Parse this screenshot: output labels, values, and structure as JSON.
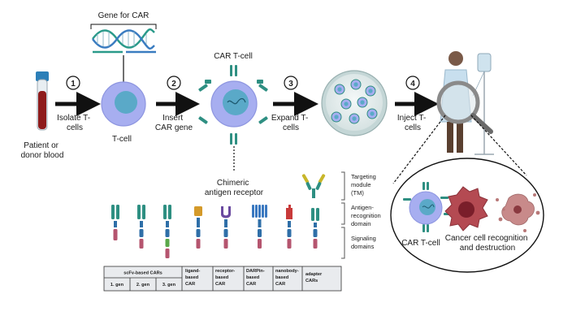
{
  "steps": [
    {
      "number": "1",
      "lines": [
        "Isolate T-",
        "cells"
      ]
    },
    {
      "number": "2",
      "lines": [
        "Insert",
        "CAR gene"
      ]
    },
    {
      "number": "3",
      "lines": [
        "Expand T-",
        "cells"
      ]
    },
    {
      "number": "4",
      "lines": [
        "Inject T-",
        "cells"
      ]
    }
  ],
  "labels": {
    "blood": [
      "Patient or",
      "donor blood"
    ],
    "gene": "Gene for CAR",
    "tcell": "T-cell",
    "car_tcell": "CAR T-cell",
    "chimeric": [
      "Chimeric",
      "antigen receptor"
    ],
    "zoom_car_tcell": "CAR T-cell",
    "zoom_result": [
      "Cancer cell recognition",
      "and destruction"
    ]
  },
  "domains": {
    "targeting": [
      "Targeting",
      "module",
      "(TM)"
    ],
    "antigen": [
      "Antigen-",
      "recognition",
      "domain"
    ],
    "signaling": [
      "Signaling",
      "domains"
    ]
  },
  "car_table": {
    "group_header": "scFv-based CARs",
    "generations": [
      "1. gen",
      "2. gen",
      "3. gen"
    ],
    "types": [
      [
        "ligand-",
        "based",
        "CAR"
      ],
      [
        "receptor-",
        "based",
        "CAR"
      ],
      [
        "DARPin-",
        "based",
        "CAR"
      ],
      [
        "nanobody-",
        "based",
        "CAR"
      ],
      [
        "adapter",
        "CARs"
      ]
    ]
  },
  "colors": {
    "arrow": "#111111",
    "tcell": "#a7aef0",
    "nucleus": "#5aa9c8",
    "receptor_teal": "#2e8f82",
    "hinge_blue": "#2f6fa8",
    "signal_pink": "#b5556f",
    "signal_green": "#5aa84a",
    "ligand_orange": "#d49a2a",
    "receptor_purple": "#6a4aa0",
    "darpin_blue": "#3a78c0",
    "nanobody_red": "#c83a3a",
    "adapter_yellow": "#c8b62a",
    "cancer": "#b44a52",
    "blood": "#8e1b1b"
  }
}
